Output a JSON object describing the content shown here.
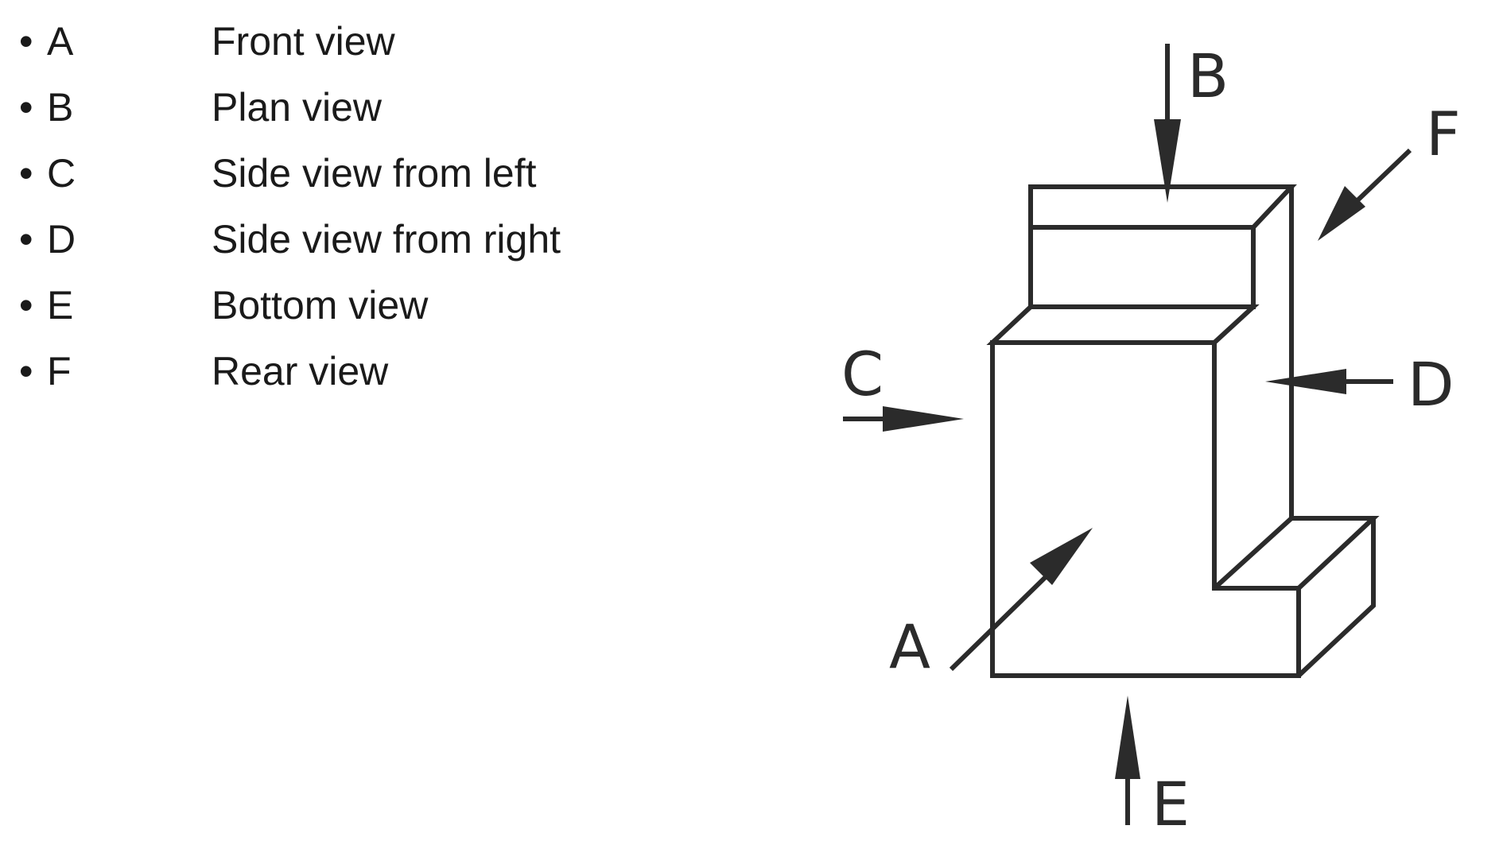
{
  "legend": {
    "bullet": "•",
    "items": [
      {
        "letter": "A",
        "description": "Front view"
      },
      {
        "letter": "B",
        "description": "Plan view"
      },
      {
        "letter": "C",
        "description": "Side view from left"
      },
      {
        "letter": "D",
        "description": "Side view from right"
      },
      {
        "letter": "E",
        "description": "Bottom view"
      },
      {
        "letter": "F",
        "description": "Rear view"
      }
    ]
  },
  "diagram": {
    "line_color": "#2b2b2b",
    "arrow_labels": {
      "A": "A",
      "B": "B",
      "C": "C",
      "D": "D",
      "E": "E",
      "F": "F"
    }
  }
}
